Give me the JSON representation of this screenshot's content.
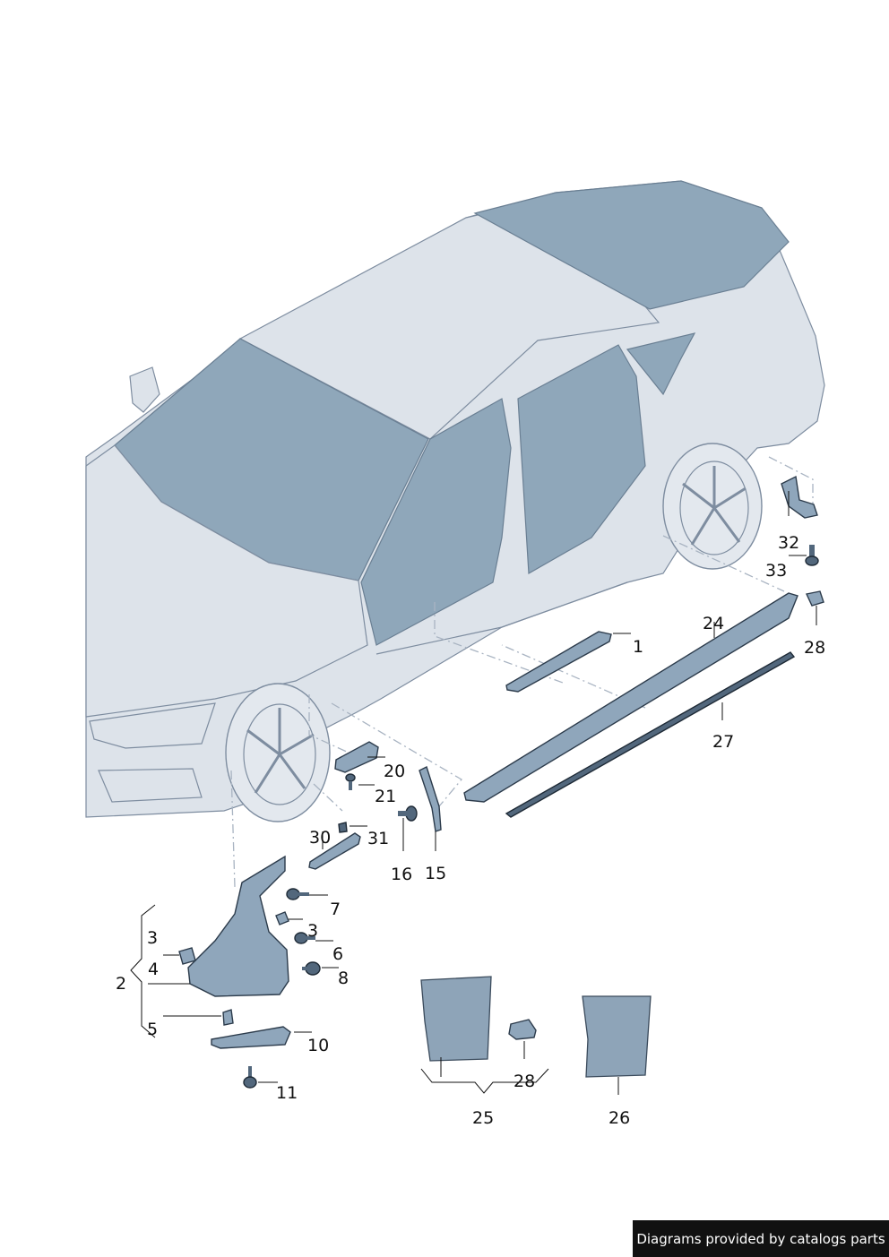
{
  "callouts": {
    "c1": "1",
    "c2": "2",
    "c3a": "3",
    "c3b": "3",
    "c4": "4",
    "c5": "5",
    "c6": "6",
    "c7": "7",
    "c8": "8",
    "c10": "10",
    "c11": "11",
    "c15": "15",
    "c16": "16",
    "c20": "20",
    "c21": "21",
    "c24": "24",
    "c25": "25",
    "c26": "26",
    "c27": "27",
    "c28a": "28",
    "c28b": "28",
    "c30": "30",
    "c31": "31",
    "c32": "32",
    "c33": "33"
  },
  "footer": {
    "text": "Diagrams provided by catalogs parts"
  },
  "colors": {
    "body": "#dde3ea",
    "glass": "#8fa7ba",
    "part": "#8fa6bb",
    "footer_bg": "#111111",
    "footer_text": "#ffffff"
  }
}
